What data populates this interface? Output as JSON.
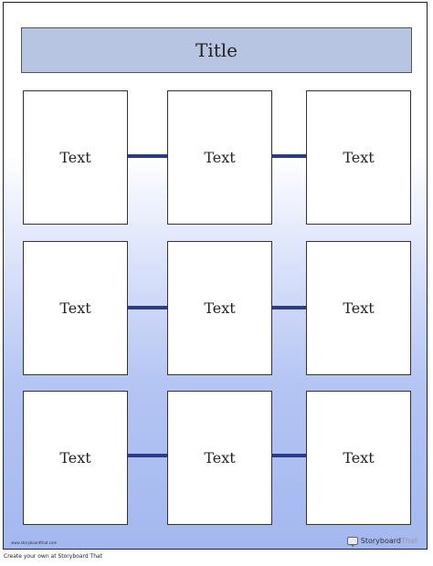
{
  "title": "Title",
  "grid": {
    "rows": [
      [
        "Text",
        "Text",
        "Text"
      ],
      [
        "Text",
        "Text",
        "Text"
      ],
      [
        "Text",
        "Text",
        "Text"
      ]
    ]
  },
  "footer": {
    "url": "www.storyboardthat.com",
    "brand_main": "Storyboard",
    "brand_suffix": "That",
    "caption": "Create your own at Storyboard That"
  },
  "colors": {
    "title_bar": "#b8c5e2",
    "connector": "#2e3a8c",
    "gradient_bottom": "#a4b8f0"
  }
}
